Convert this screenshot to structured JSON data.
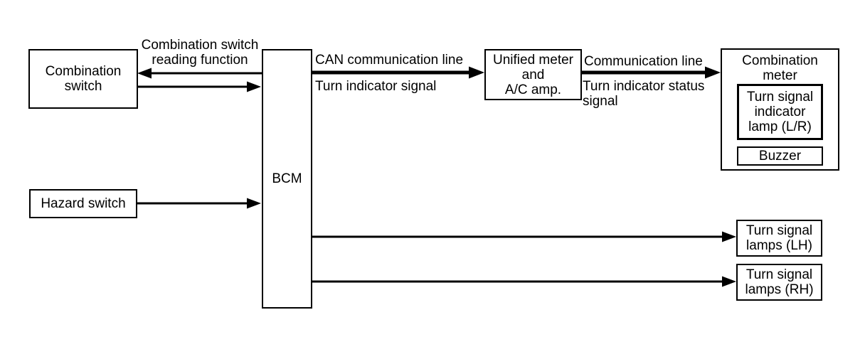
{
  "colors": {
    "line": "#000000",
    "background": "#ffffff",
    "box_border": "#000000",
    "text": "#000000"
  },
  "nodes": {
    "combination_switch": "Combination\nswitch",
    "hazard_switch": "Hazard switch",
    "bcm": "BCM",
    "unified_meter": "Unified meter\nand\nA/C amp.",
    "combination_meter_title": "Combination\nmeter",
    "turn_signal_indicator_lamp": "Turn signal\nindicator\nlamp (L/R)",
    "buzzer": "Buzzer",
    "turn_signal_lamps_lh": "Turn signal\nlamps (LH)",
    "turn_signal_lamps_rh": "Turn signal\nlamps (RH)"
  },
  "edges": {
    "combination_switch_reading_function": "Combination switch\nreading function",
    "can_communication_line": "CAN communication line",
    "turn_indicator_signal": "Turn indicator signal",
    "communication_line": "Communication line",
    "turn_indicator_status_signal": "Turn indicator status\nsignal"
  }
}
